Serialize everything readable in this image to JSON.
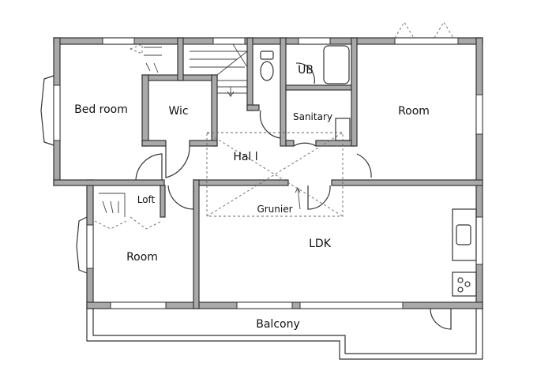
{
  "plan": {
    "rooms": {
      "bed_room": "Bed room",
      "wic": "Wic",
      "ub": "UB",
      "sanitary": "Sanitary",
      "room_ne": "Room",
      "hall": "Hal l",
      "loft": "Loft",
      "grunier": "Grunier",
      "room_sw": "Room",
      "ldk": "LDK",
      "balcony": "Balcony"
    },
    "colors": {
      "wall": "#a9a9a9",
      "line": "#333333"
    }
  }
}
